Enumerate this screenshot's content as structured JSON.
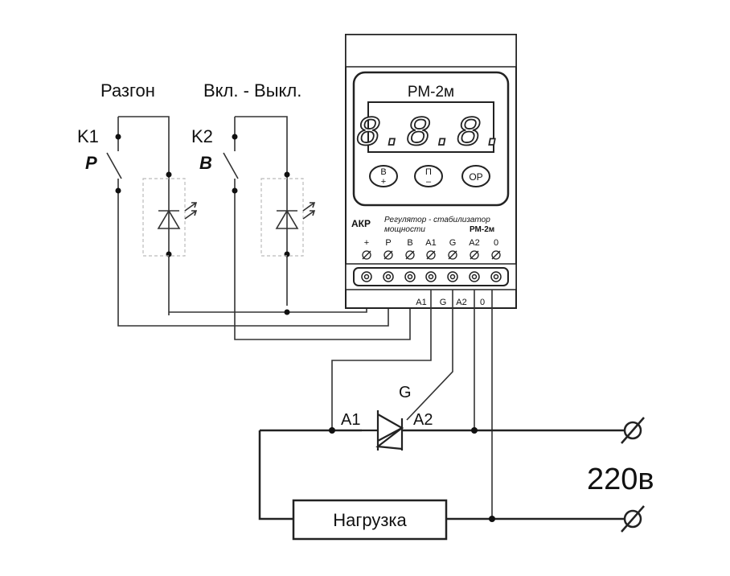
{
  "switches": {
    "left": {
      "title": "Разгон",
      "id": "K1",
      "letter": "P"
    },
    "right": {
      "title": "Вкл. - Выкл.",
      "id": "K2",
      "letter": "B"
    }
  },
  "device": {
    "display_title": "РМ-2м",
    "display_digits": "8.8.8.",
    "buttons": [
      {
        "top": "В",
        "bottom": "+"
      },
      {
        "top": "П",
        "bottom": "–"
      },
      {
        "top": "ОР",
        "bottom": ""
      }
    ],
    "logo": "АКР",
    "description_line1": "Регулятор - стабилизатор",
    "description_line2a": "мощности",
    "description_line2b": "РМ-2м",
    "terminals": [
      "+",
      "P",
      "B",
      "A1",
      "G",
      "A2",
      "0"
    ],
    "bottom_terminals": [
      "A1",
      "G",
      "A2",
      "0"
    ]
  },
  "triac": {
    "a1": "A1",
    "a2": "A2",
    "g": "G"
  },
  "supply_label": "220в",
  "load_label": "Нагрузка"
}
